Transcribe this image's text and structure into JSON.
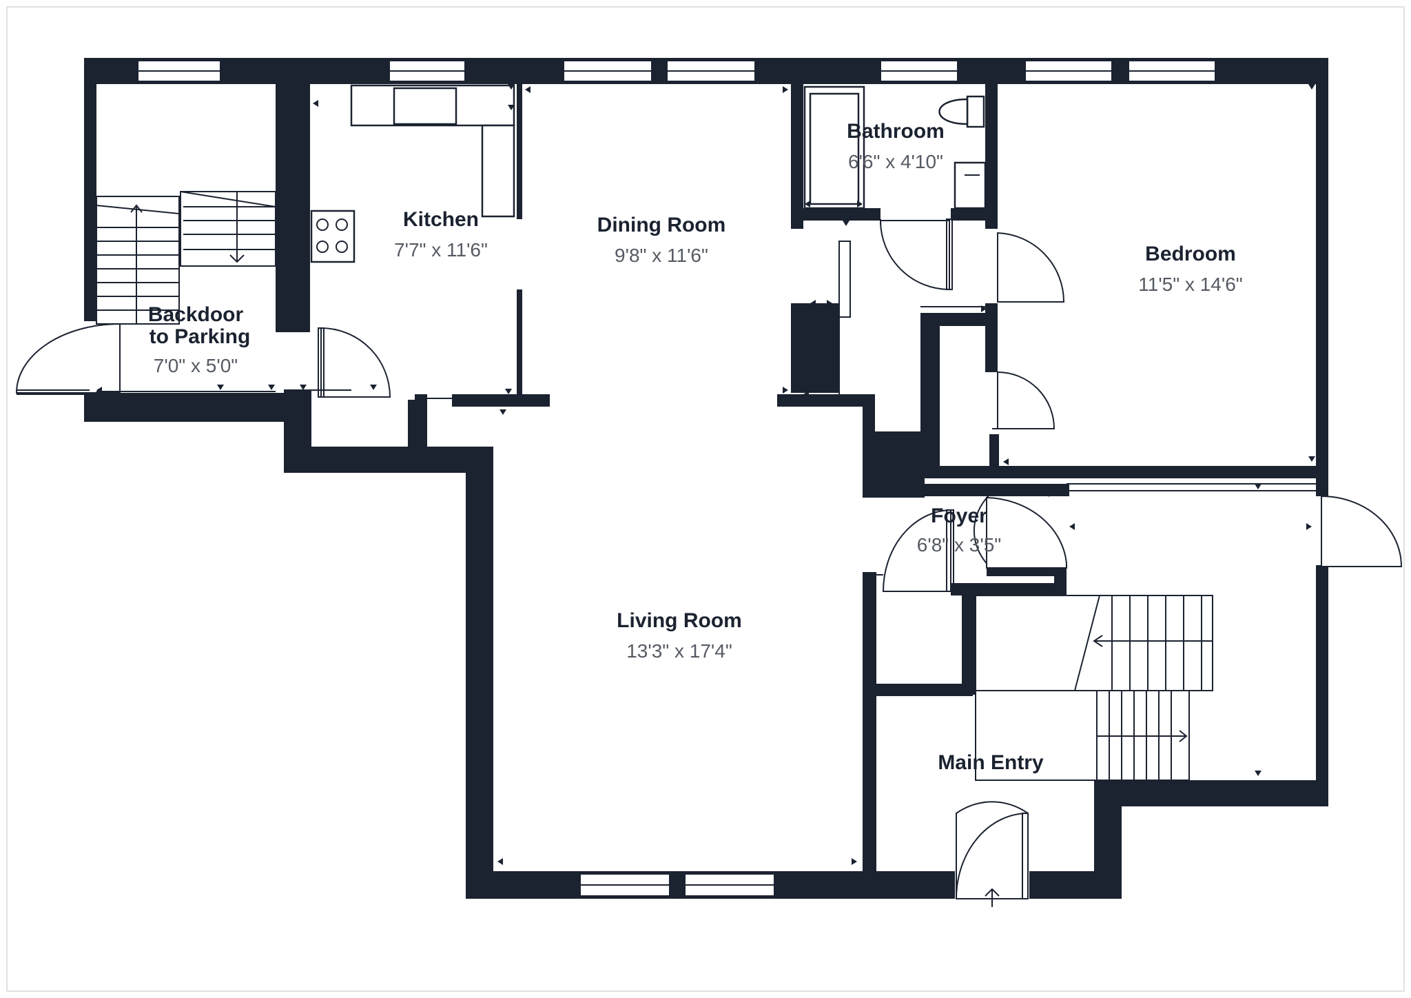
{
  "colors": {
    "wall": "#1b2230",
    "background": "#ffffff",
    "dimension_text": "#555a63"
  },
  "rooms": {
    "bathroom": {
      "name": "Bathroom",
      "dims": "6'6\" x 4'10\""
    },
    "kitchen": {
      "name": "Kitchen",
      "dims": "7'7\" x 11'6\""
    },
    "dining_room": {
      "name": "Dining Room",
      "dims": "9'8\" x 11'6\""
    },
    "bedroom": {
      "name": "Bedroom",
      "dims": "11'5\" x 14'6\""
    },
    "backdoor": {
      "name_line1": "Backdoor",
      "name_line2": "to Parking",
      "dims": "7'0\" x 5'0\""
    },
    "foyer": {
      "name": "Foyer",
      "dims": "6'8\" x 3'5\""
    },
    "living_room": {
      "name": "Living Room",
      "dims": "13'3\" x 17'4\""
    },
    "main_entry": {
      "name": "Main Entry"
    }
  },
  "icons": [
    "stair-up-arrow-icon",
    "stair-down-arrow-icon",
    "entry-arrow-icon",
    "stove-icon",
    "sink-icon",
    "toilet-icon",
    "bathtub-icon"
  ]
}
